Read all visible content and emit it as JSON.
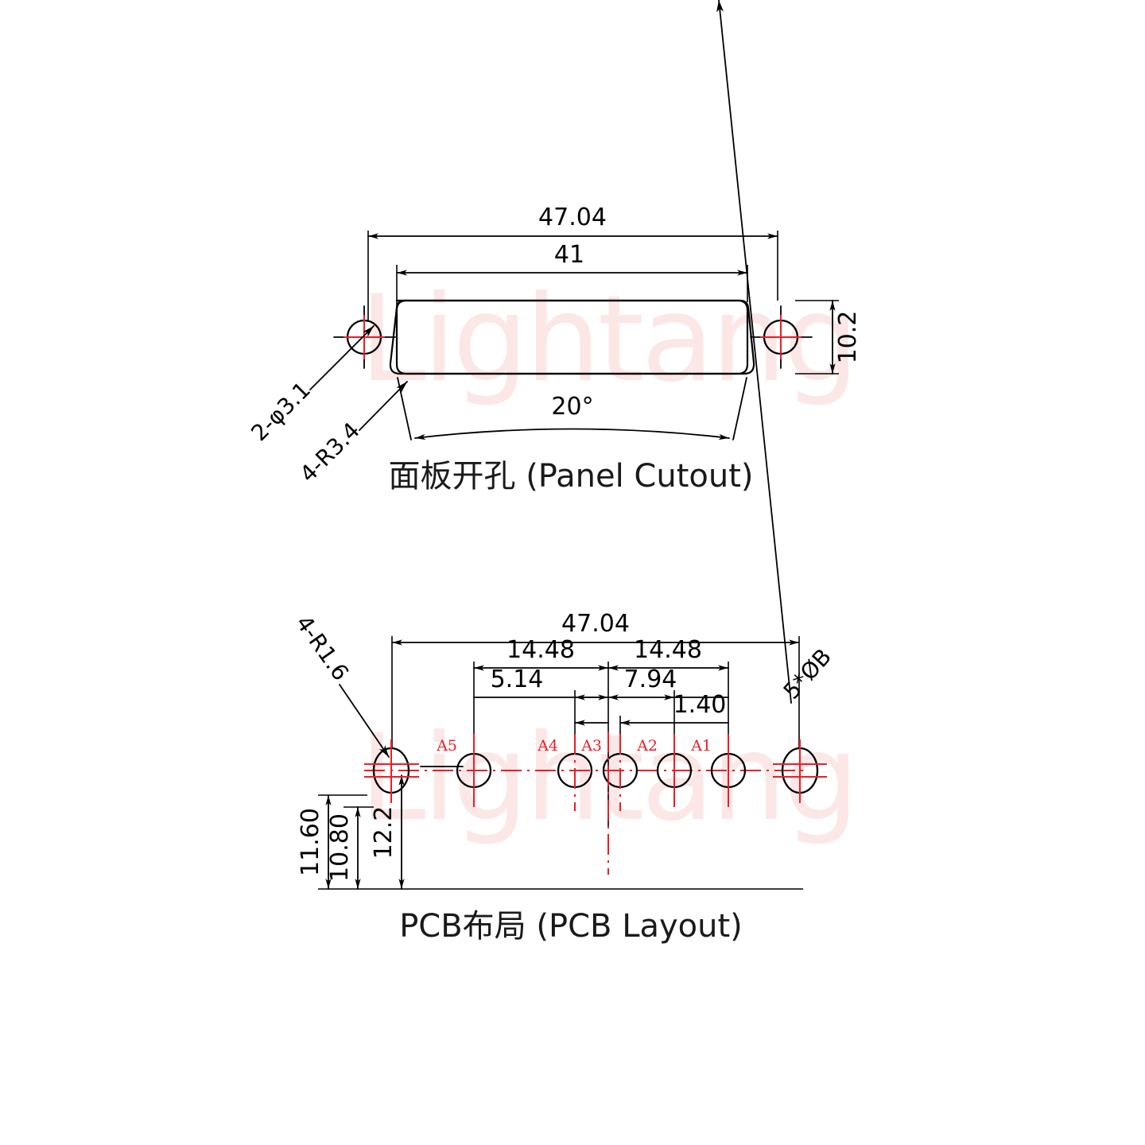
{
  "document": {
    "title": "D-Sub Connector Panel Cutout and PCB Layout",
    "watermark_text": "Lightang",
    "colors": {
      "line": "#000000",
      "centerline": "#ee1c25",
      "watermark": "#ec1c24",
      "background": "#ffffff"
    }
  },
  "panel_cutout": {
    "caption": "面板开孔 (Panel Cutout)",
    "dimensions": {
      "overall_width": "47.04",
      "cutout_width": "41",
      "cutout_height": "10.2",
      "chamfer_angle": "20°",
      "mounting_holes": "2-φ3.1",
      "corner_radius": "4-R3.4"
    }
  },
  "pcb_layout": {
    "caption": "PCB布局 (PCB Layout)",
    "dimensions": {
      "overall_width": "47.04",
      "left_span": "14.48",
      "right_span": "14.48",
      "left_inner": "5.14",
      "right_inner": "7.94",
      "center_offset": "1.40",
      "height_outer": "11.60",
      "height_inner": "10.80",
      "height_pin": "12.2",
      "corner_radius": "4-R1.6",
      "pin_hole_note": "5*ØB"
    },
    "pins": [
      {
        "label": "A5"
      },
      {
        "label": "A4"
      },
      {
        "label": "A3"
      },
      {
        "label": "A2"
      },
      {
        "label": "A1"
      }
    ]
  }
}
